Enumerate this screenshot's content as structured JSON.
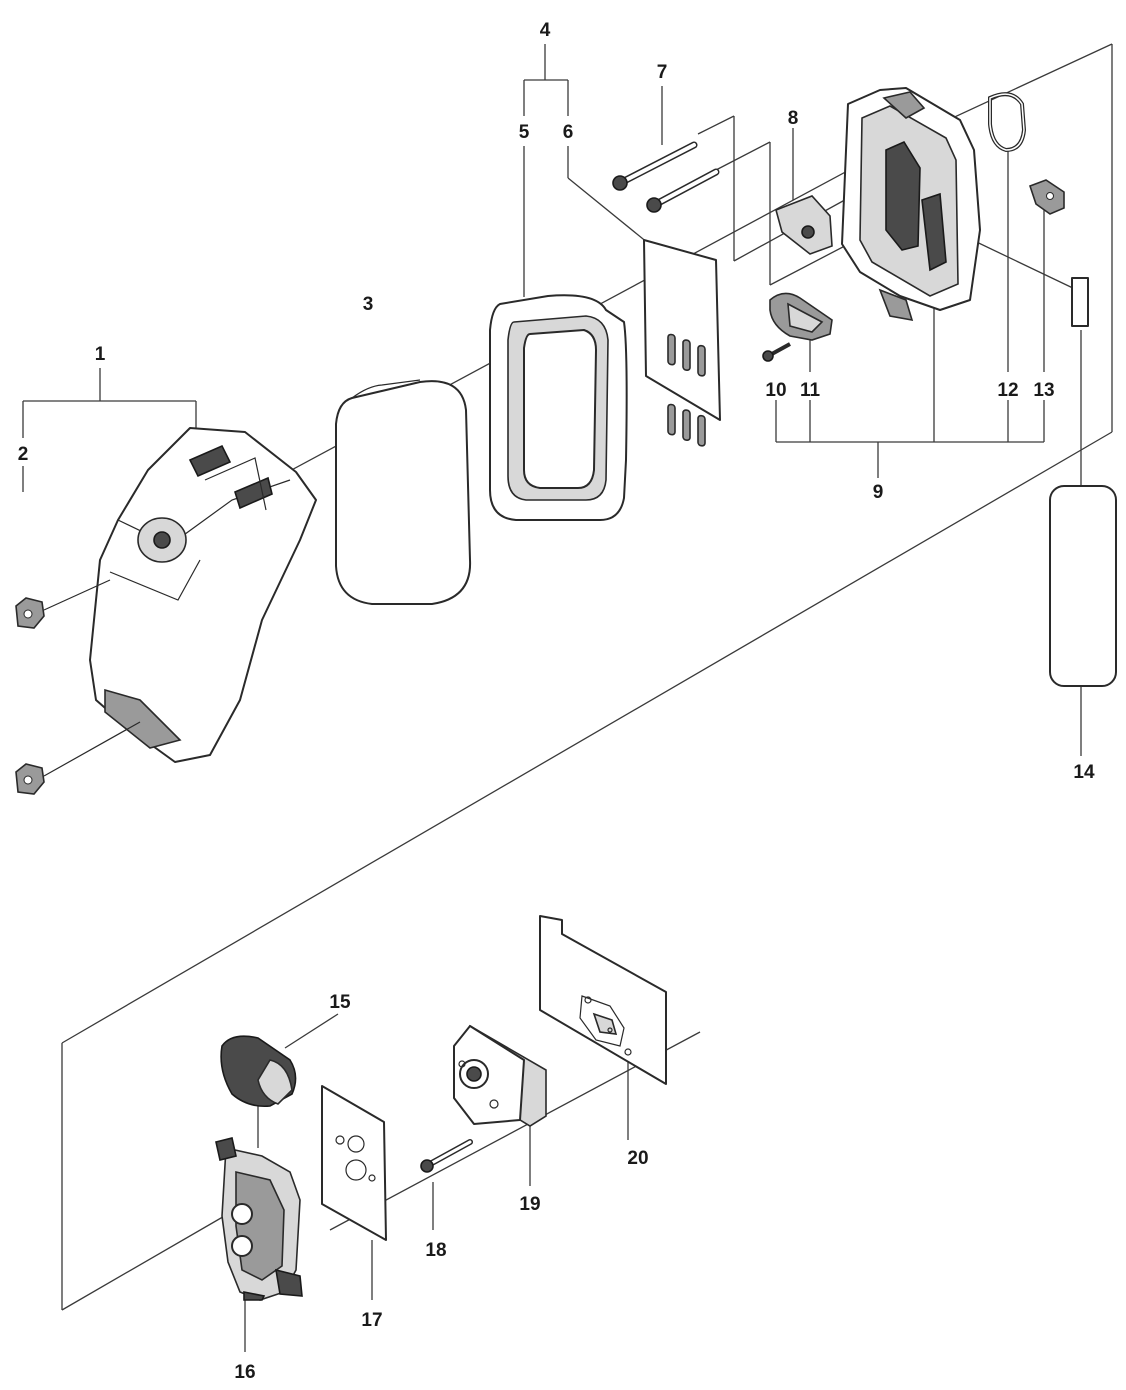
{
  "diagram": {
    "callouts": {
      "c1": "1",
      "c2": "2",
      "c3": "3",
      "c4": "4",
      "c5": "5",
      "c6": "6",
      "c7": "7",
      "c8": "8",
      "c9": "9",
      "c10": "10",
      "c11": "11",
      "c12": "12",
      "c13": "13",
      "c14": "14",
      "c15": "15",
      "c16": "16",
      "c17": "17",
      "c18": "18",
      "c19": "19",
      "c20": "20"
    }
  }
}
